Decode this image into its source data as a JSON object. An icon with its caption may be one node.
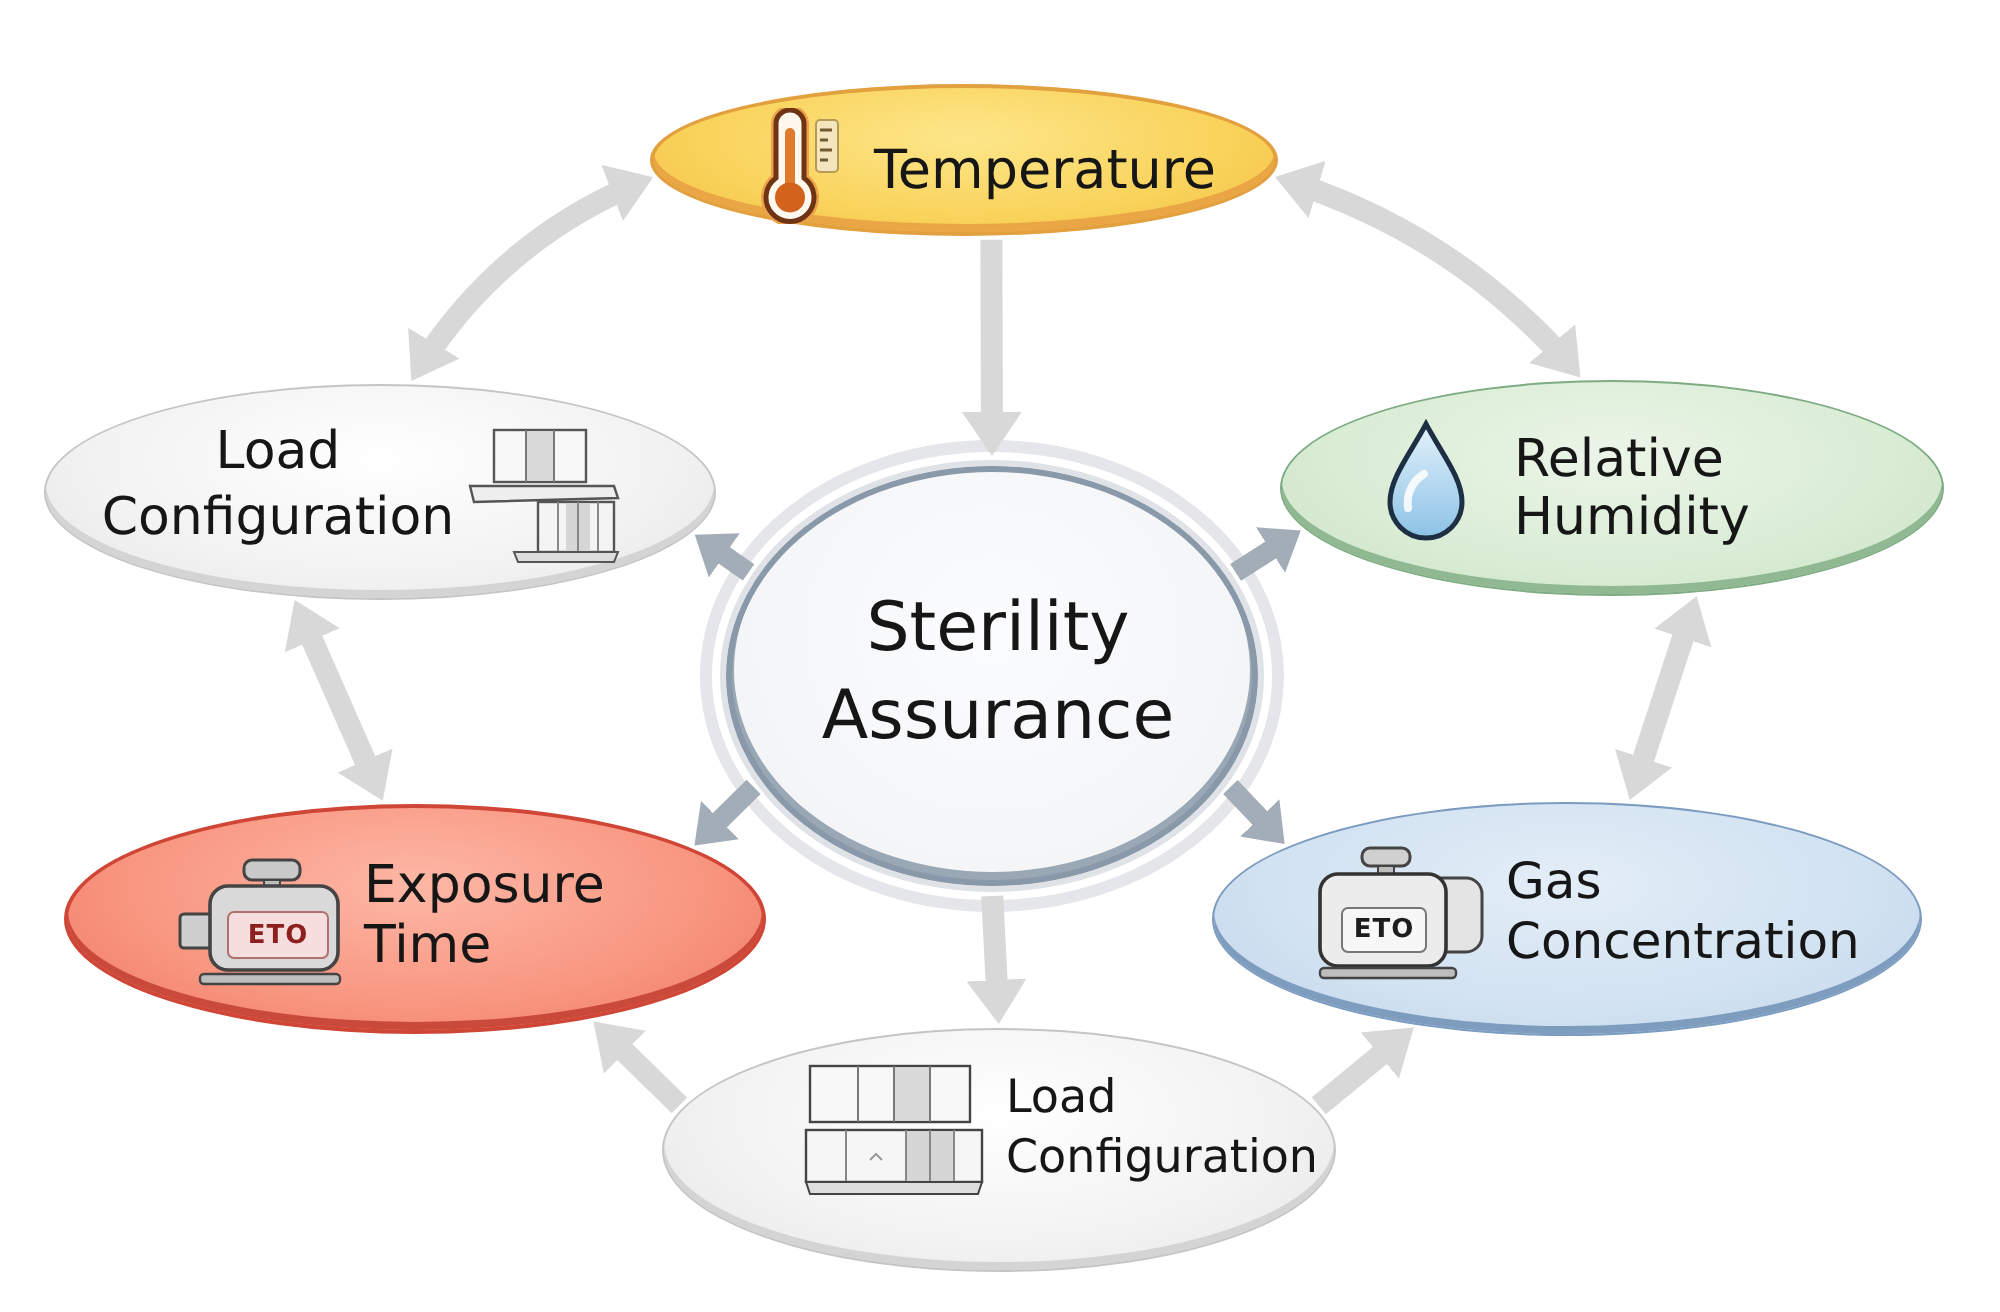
{
  "diagram": {
    "nodes": [
      {
        "text": [
          "Temperature"
        ]
      },
      {
        "text": [
          "Load Configuration"
        ]
      },
      {
        "text": [
          "Relative Humidity"
        ]
      },
      {
        "text": [
          "Sterility Assurance"
        ]
      },
      {
        "text": [
          "ETO",
          "Exposure Time"
        ]
      },
      {
        "text": [
          "ETO",
          "Gas Concentration"
        ]
      },
      {
        "text": [
          "Load Configuration"
        ]
      }
    ],
    "edges": [
      {
        "from": 0,
        "to": 1,
        "arrow": "both"
      },
      {
        "from": 0,
        "to": 2,
        "arrow": "both"
      },
      {
        "from": 0,
        "to": 3,
        "arrow": "to"
      },
      {
        "from": 1,
        "to": 4,
        "arrow": "both"
      },
      {
        "from": 2,
        "to": 5,
        "arrow": "both"
      },
      {
        "from": 3,
        "to": 1,
        "arrow": "to",
        "color": "#a3adb8"
      },
      {
        "from": 3,
        "to": 2,
        "arrow": "to",
        "color": "#a3adb8"
      },
      {
        "from": 3,
        "to": 4,
        "arrow": "to",
        "color": "#a3adb8"
      },
      {
        "from": 3,
        "to": 5,
        "arrow": "to",
        "color": "#a3adb8"
      },
      {
        "from": 3,
        "to": 6,
        "arrow": "to"
      },
      {
        "from": 6,
        "to": 4,
        "arrow": "to"
      },
      {
        "from": 6,
        "to": 5,
        "arrow": "to"
      }
    ]
  }
}
